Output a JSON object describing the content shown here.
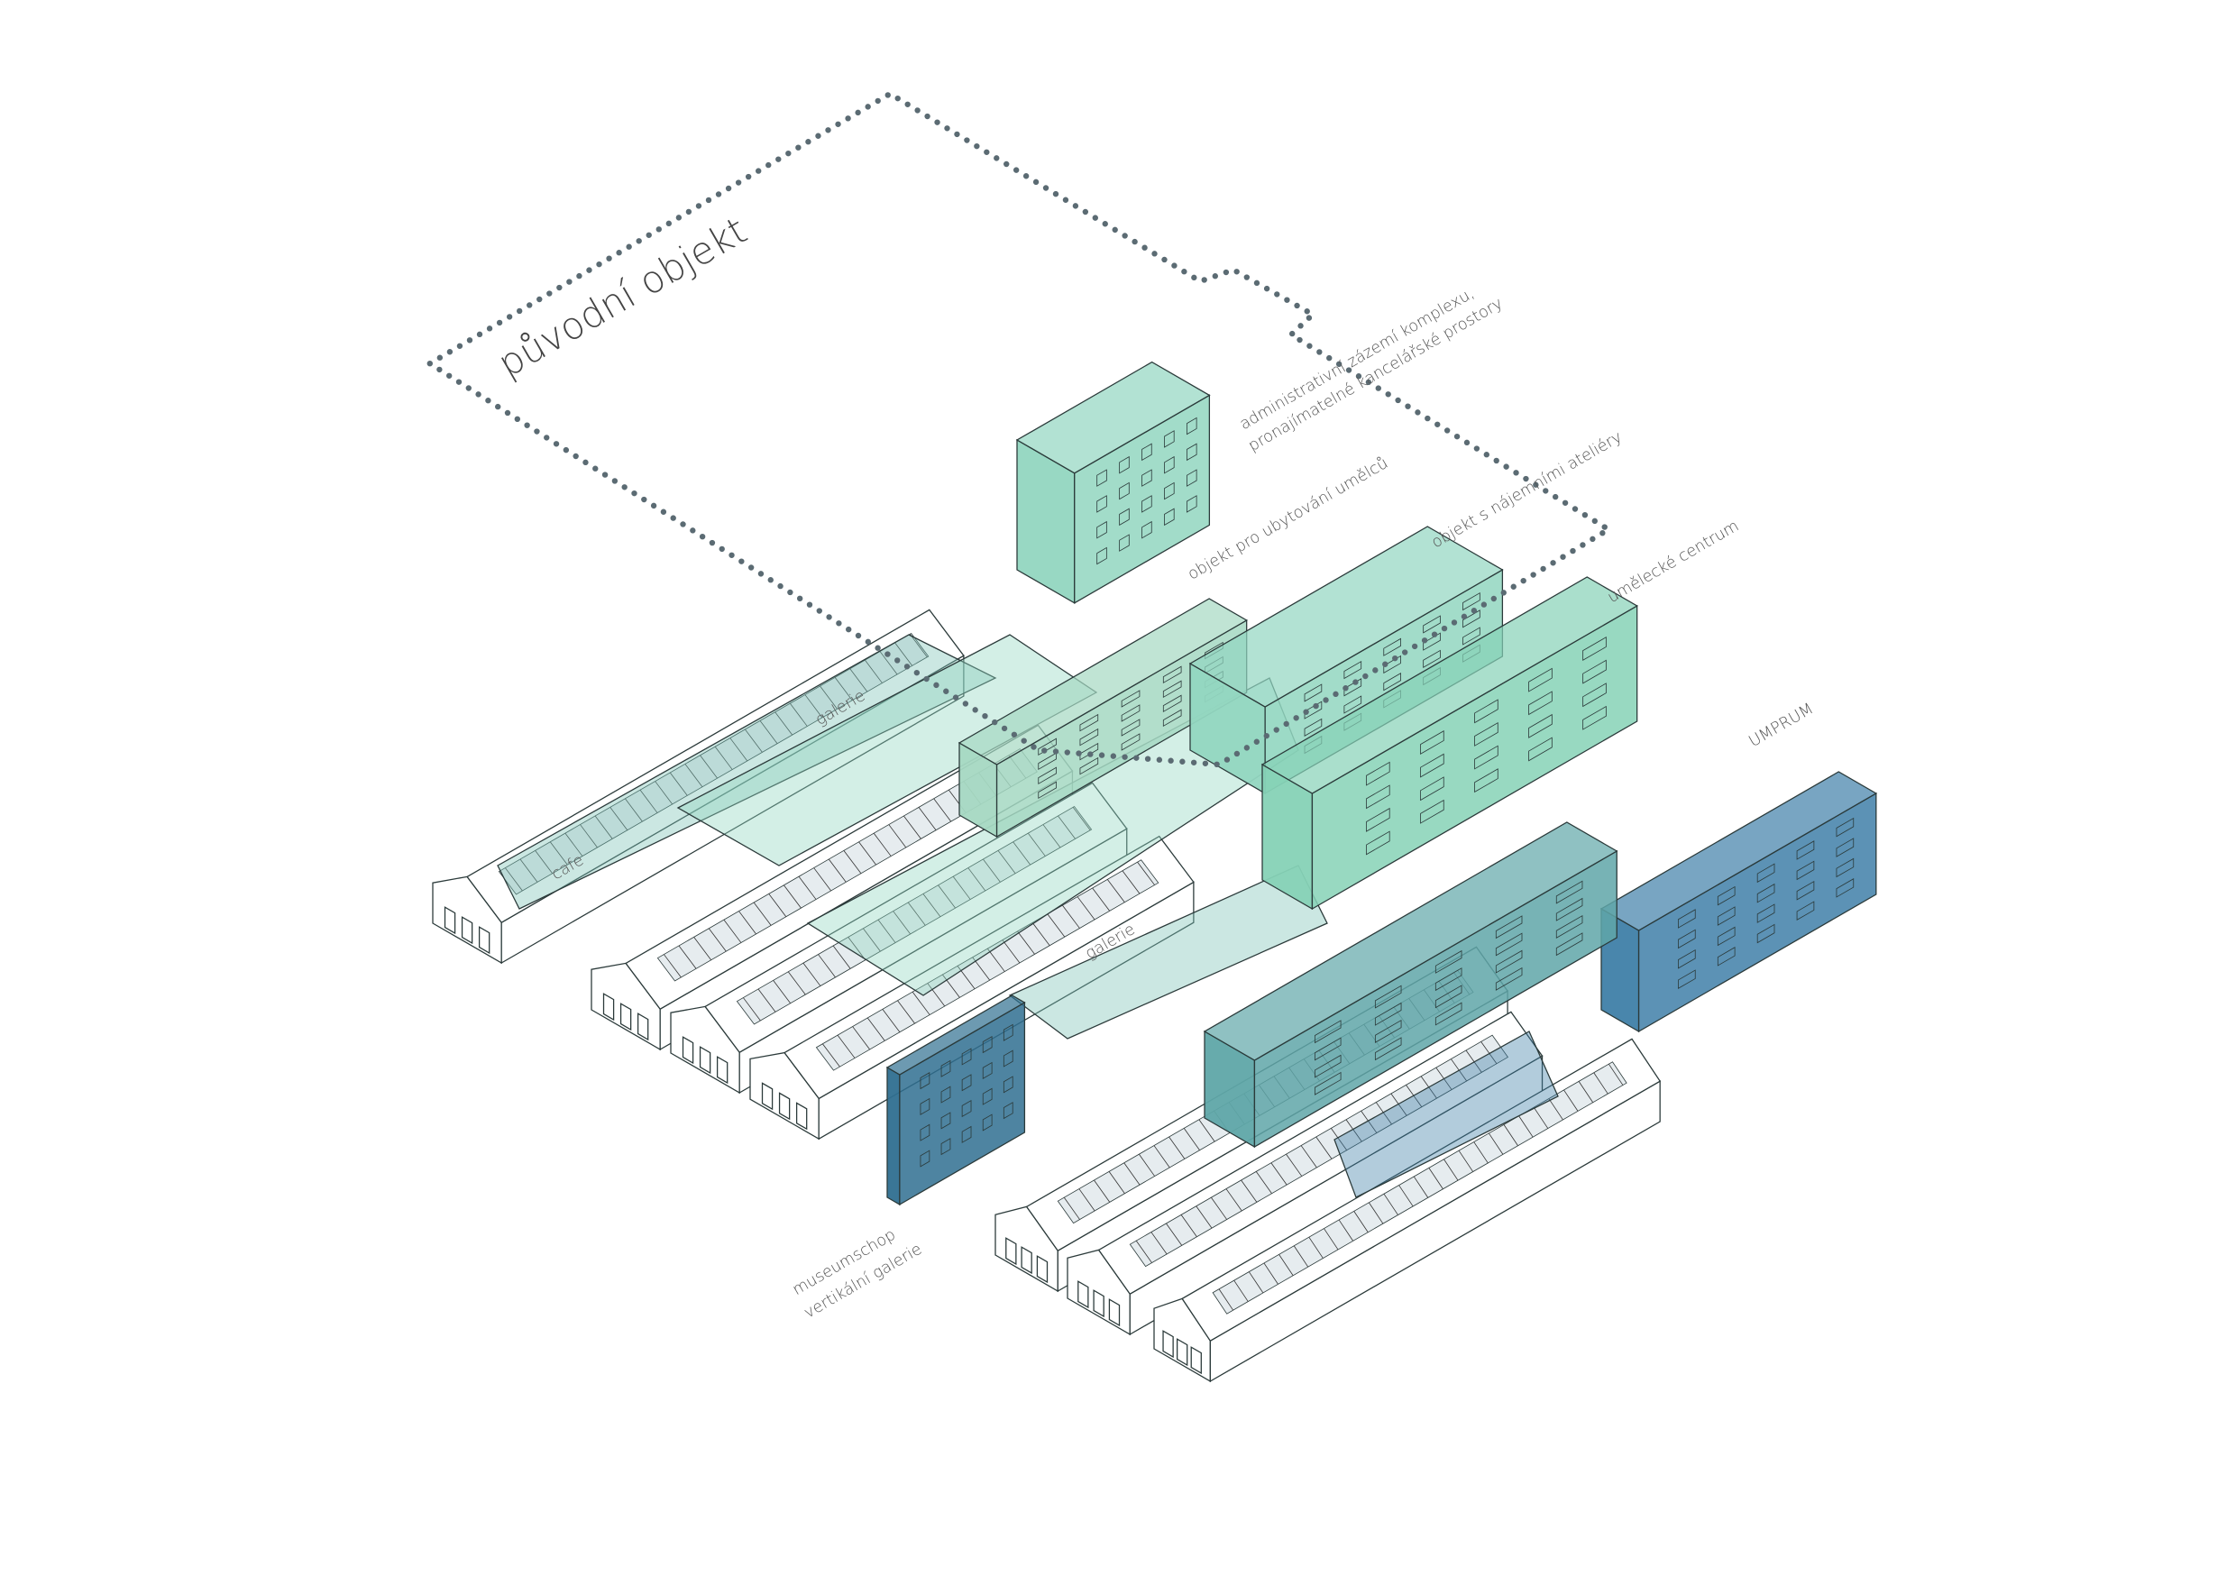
{
  "colors": {
    "outline": "#5b6b73",
    "mint": "#92d6c0",
    "teal": "#7cc3b6",
    "blue": "#3f7fa8",
    "hall_line": "#333333"
  },
  "labels": {
    "original_object": "původní objekt",
    "admin_line1": "administrativní zázemí komplexu,",
    "admin_line2": "pronajímatelné kancelářské prostory",
    "lodging": "objekt pro ubytování umělců",
    "ateliers": "objekt s nájemními ateliéry",
    "art_center": "umělecké centrum",
    "umprum": "UMPRUM",
    "gallery_1": "galerie",
    "gallery_2": "galerie",
    "cafe": "cafe",
    "museumshop_line1": "museumschop",
    "museumshop_line2": "vertikální galerie"
  }
}
